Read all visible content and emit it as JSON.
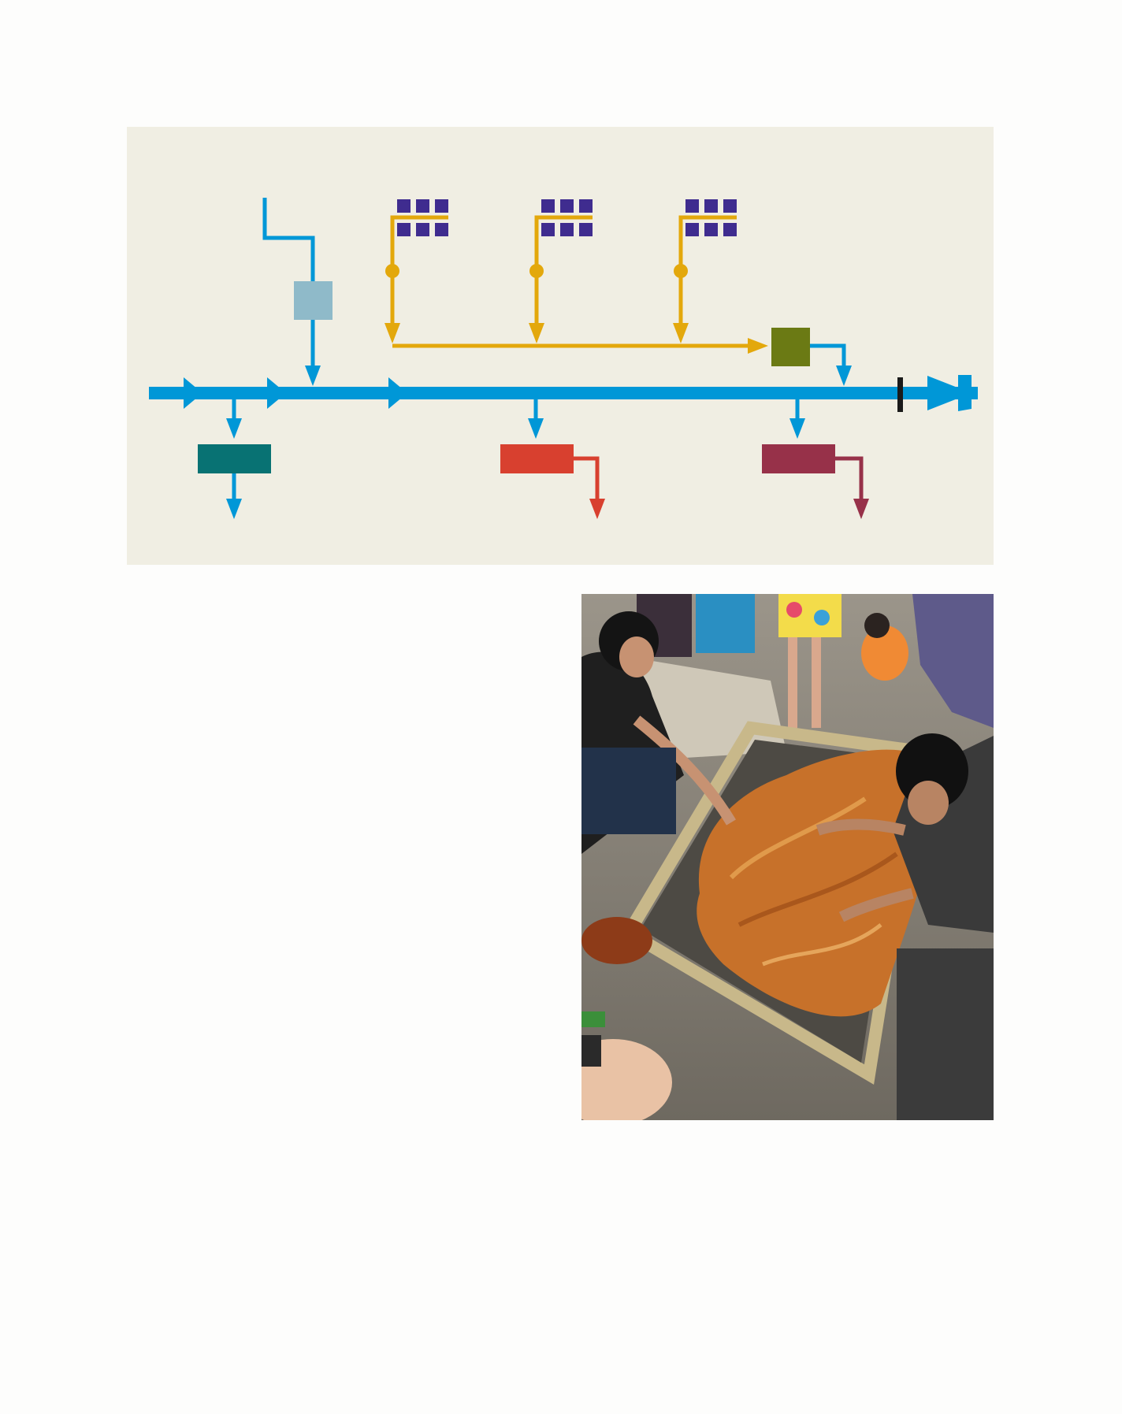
{
  "diagram": {
    "colors": {
      "background": "#f0eee3",
      "main_stream": "#0097d7",
      "collector": "#e3a80c",
      "house": "#3f2c8f",
      "intake_box": "#8fbac9",
      "treatment_box": "#6b7a14",
      "outlet_box_1": "#087273",
      "outlet_box_2": "#d8402f",
      "outlet_box_3": "#973149",
      "end_marker": "#1a1a1a"
    },
    "nodes": [
      {
        "name": "intake-box",
        "kind": "box",
        "color_key": "intake_box"
      },
      {
        "name": "treatment-box",
        "kind": "box",
        "color_key": "treatment_box"
      },
      {
        "name": "outlet-box-1",
        "kind": "box",
        "color_key": "outlet_box_1"
      },
      {
        "name": "outlet-box-2",
        "kind": "box",
        "color_key": "outlet_box_2"
      },
      {
        "name": "outlet-box-3",
        "kind": "box",
        "color_key": "outlet_box_3"
      },
      {
        "name": "house-cluster-1",
        "kind": "house-icons",
        "color_key": "house"
      },
      {
        "name": "house-cluster-2",
        "kind": "house-icons",
        "color_key": "house"
      },
      {
        "name": "house-cluster-3",
        "kind": "house-icons",
        "color_key": "house"
      }
    ]
  },
  "photo": {
    "icon": "photo-of-people-cleaning-net-with-seaweed"
  }
}
